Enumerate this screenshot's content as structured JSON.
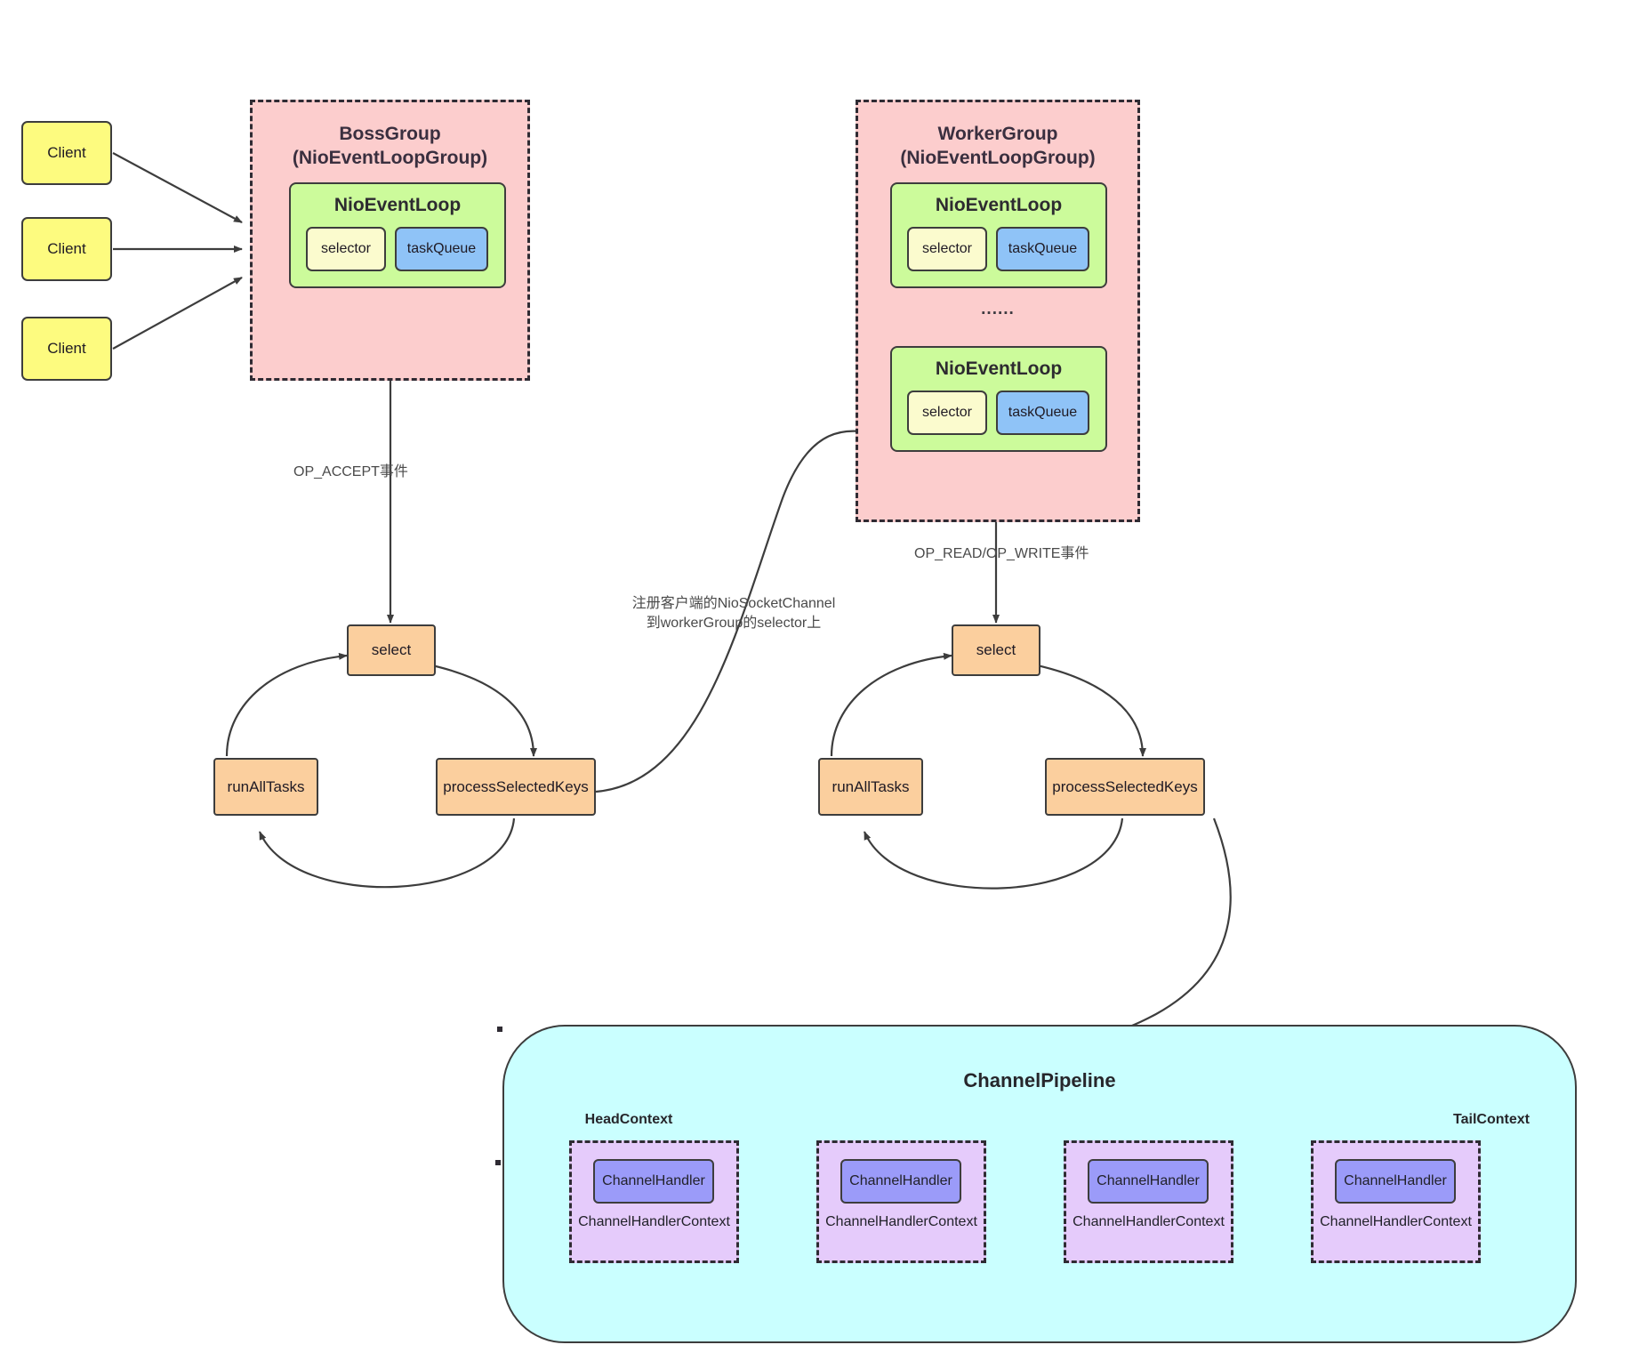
{
  "diagram": {
    "title": "Netty Reactor Model",
    "colors": {
      "group_fill": "#fccdcd",
      "eventloop_fill": "#ccfb9b",
      "selector_fill": "#fbfbce",
      "taskqueue_fill": "#8fc3f7",
      "client_fill": "#fdfb7f",
      "op_fill": "#fbcf9e",
      "pipeline_fill": "#caffff",
      "context_fill": "#e5cbfb",
      "handler_fill": "#9b9bf9",
      "stroke": "#3d3d3d"
    }
  },
  "clients": [
    {
      "label": "Client"
    },
    {
      "label": "Client"
    },
    {
      "label": "Client"
    }
  ],
  "boss_group": {
    "title_line1": "BossGroup",
    "title_line2": "(NioEventLoopGroup)",
    "event_loops": [
      {
        "title": "NioEventLoop",
        "selector": "selector",
        "task_queue": "taskQueue"
      }
    ]
  },
  "worker_group": {
    "title_line1": "WorkerGroup",
    "title_line2": "(NioEventLoopGroup)",
    "ellipsis": "......",
    "event_loops": [
      {
        "title": "NioEventLoop",
        "selector": "selector",
        "task_queue": "taskQueue"
      },
      {
        "title": "NioEventLoop",
        "selector": "selector",
        "task_queue": "taskQueue"
      }
    ]
  },
  "boss_loop_cycle": {
    "select": "select",
    "process_selected_keys": "processSelectedKeys",
    "run_all_tasks": "runAllTasks"
  },
  "worker_loop_cycle": {
    "select": "select",
    "process_selected_keys": "processSelectedKeys",
    "run_all_tasks": "runAllTasks"
  },
  "edge_labels": {
    "accept_event": "OP_ACCEPT事件",
    "read_write_event": "OP_READ/OP_WRITE事件",
    "register_channel": "注册客户端的NioSocketChannel\n到workerGroup的selector上"
  },
  "pipeline": {
    "title": "ChannelPipeline",
    "head_label": "HeadContext",
    "tail_label": "TailContext",
    "contexts": [
      {
        "handler": "ChannelHandler",
        "caption": "ChannelHandlerContext"
      },
      {
        "handler": "ChannelHandler",
        "caption": "ChannelHandlerContext"
      },
      {
        "handler": "ChannelHandler",
        "caption": "ChannelHandlerContext"
      },
      {
        "handler": "ChannelHandler",
        "caption": "ChannelHandlerContext"
      }
    ]
  }
}
